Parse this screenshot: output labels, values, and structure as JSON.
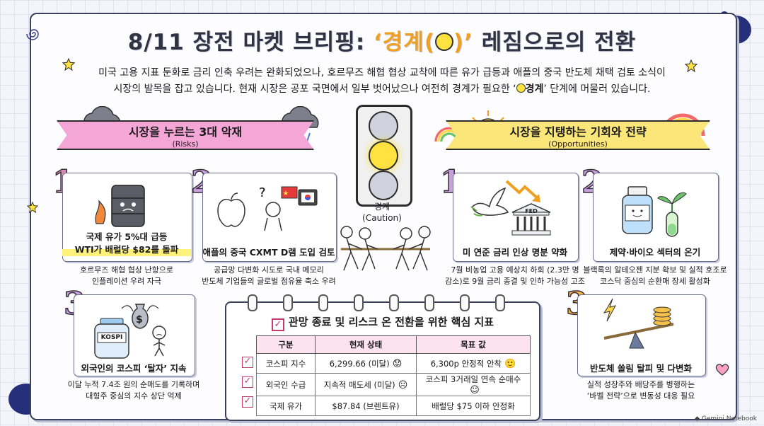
{
  "title": {
    "prefix": "8/11 장전 마켓 브리핑: ",
    "highlight_pre": "‘경계(",
    "highlight_post": ")’",
    "suffix": " 레짐으로의 전환"
  },
  "intro": {
    "line1": "미국 고용 지표 둔화로 금리 인축 우려는 완화되었으나, 호르무즈 해협 협상 교착에 따른 유가 급등과 애플의 중국 반도체 채택 검토 소식이",
    "line2_pre": "시장의 발목을 잡고 있습니다. 현재 시장은 공포 국면에서 일부 벗어났으나 여전히 경계가 필요한 ‘",
    "line2_hl": "경계",
    "line2_post": "’ 단계에 머물러 있습니다."
  },
  "risks": {
    "banner_title": "시장을 누르는 3대 악재",
    "banner_sub": "(Risks)",
    "items": [
      {
        "num": "1",
        "caption1": "국제 유가 5%대 급등",
        "caption2": "WTI가 배럴당 $82를 돌파",
        "desc1": "호르무즈 해협 협상 난항으로",
        "desc2": "인플레이션 우려 자극"
      },
      {
        "num": "2",
        "caption1": "애플의 중국 CXMT D램 도입 검토",
        "desc1": "공급망 다변화 시도로 국내 메모리",
        "desc2": "반도체 기업들의 글로벌 점유율 축소 우려"
      },
      {
        "num": "3",
        "caption1": "외국인의 코스피 ‘탈자’ 지속",
        "desc1": "이달 누적 7.4조 원의 순매도를 기록하며",
        "desc2": "대형주 중심의 지수 상단 억제",
        "kospi": "KOSPI"
      }
    ]
  },
  "caution": {
    "label": "경계",
    "sub": "(Caution)"
  },
  "opportunities": {
    "banner_title": "시장을 지탱하는 기회와 전략",
    "banner_sub": "(Opportunities)",
    "items": [
      {
        "num": "1",
        "caption1": "미 연준 금리 인상 명분 약화",
        "desc1": "7월 비농업 고용 예상치 하회 (2.3만 명",
        "desc2": "감소)로 9월 금리 종결 및 인하 가능성 고조",
        "fed": "FED"
      },
      {
        "num": "2",
        "caption1": "제약·바이오 섹터의 온기",
        "desc1": "블랙록의 알테오젠 지분 확보 및 실적 호조로",
        "desc2": "코스닥 중심의 순환매 장세 활성화"
      },
      {
        "num": "3",
        "caption1": "반도체 쏠림 탈피 및 다변화",
        "desc1": "실적 성장주와 배당주를 병행하는",
        "desc2": "‘바벨 전략’으로 변동성 대응 필요"
      }
    ]
  },
  "kpi": {
    "title": "관망 종료 및 리스크 온 전환을 위한 핵심 지표",
    "headers": [
      "구분",
      "현재 상태",
      "목표 값"
    ],
    "rows": [
      {
        "label": "코스피 지수",
        "current": "6,299.66 (미달)",
        "target": "6,300p 안정적 안착"
      },
      {
        "label": "외국인 수급",
        "current": "지속적 매도세 (미달)",
        "target": "코스피 3거래일 연속 순매수"
      },
      {
        "label": "국제 유가",
        "current": "$87.84 (브렌트유)",
        "target": "배럴당 $75 이하 안정화"
      }
    ]
  },
  "watermark": "Gemini Notebook",
  "colors": {
    "risk": "#f4a6d6",
    "opportunity": "#fbe67a",
    "ink": "#26307a"
  }
}
